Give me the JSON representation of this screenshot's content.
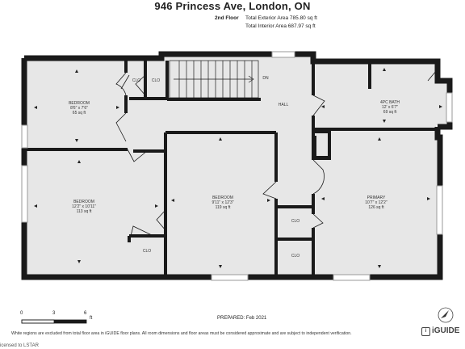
{
  "header": {
    "title": "946 Princess Ave, London, ON",
    "floor": "2nd Floor",
    "exterior_area": "Total Exterior Area 785.80 sq ft",
    "interior_area": "Total Interior Area 687.97 sq ft"
  },
  "rooms": {
    "bedroom_top": {
      "name": "BEDROOM",
      "dims": "8'6\" x 7'6\"",
      "area": "65 sq ft"
    },
    "bedroom_left": {
      "name": "BEDROOM",
      "dims": "12'2\" x 10'11\"",
      "area": "113 sq ft"
    },
    "bedroom_center": {
      "name": "BEDROOM",
      "dims": "9'11\" x 12'3\"",
      "area": "119 sq ft"
    },
    "bath": {
      "name": "4PC BATH",
      "dims": "12' x 6'7\"",
      "area": "69 sq ft"
    },
    "primary": {
      "name": "PRIMARY",
      "dims": "10'7\" x 12'2\"",
      "area": "126 sq ft"
    },
    "hall": "HALL",
    "stair_dir": "DN",
    "closet": "CLO"
  },
  "scale": {
    "t0": "0",
    "t3": "3",
    "t6": "6",
    "unit": "ft"
  },
  "footer": {
    "prepared": "PREPARED: Feb 2021",
    "note": "White regions are excluded from total floor area in iGUIDE floor plans. All room dimensions and floor areas must be considered approximate and are subject to independent verification.",
    "licensed": "icensed to LSTAR",
    "brand": "iGUIDE",
    "brand_mark": "i"
  },
  "colors": {
    "wall": "#1a1a1a",
    "floor": "#e7e7e7",
    "window": "#9a9a9a"
  }
}
